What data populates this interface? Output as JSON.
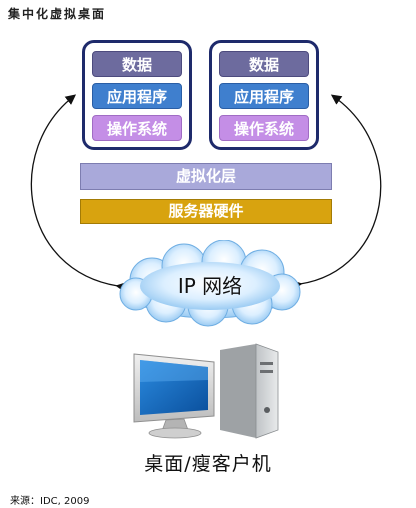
{
  "title": "集中化虚拟桌面",
  "vms": [
    {
      "layers": {
        "data": "数据",
        "app": "应用程序",
        "os": "操作系统"
      }
    },
    {
      "layers": {
        "data": "数据",
        "app": "应用程序",
        "os": "操作系统"
      }
    }
  ],
  "virtualization_layer": "虚拟化层",
  "server_hardware": "服务器硬件",
  "network": "IP 网络",
  "client": "桌面/瘦客户机",
  "source": "来源：IDC, 2009"
}
